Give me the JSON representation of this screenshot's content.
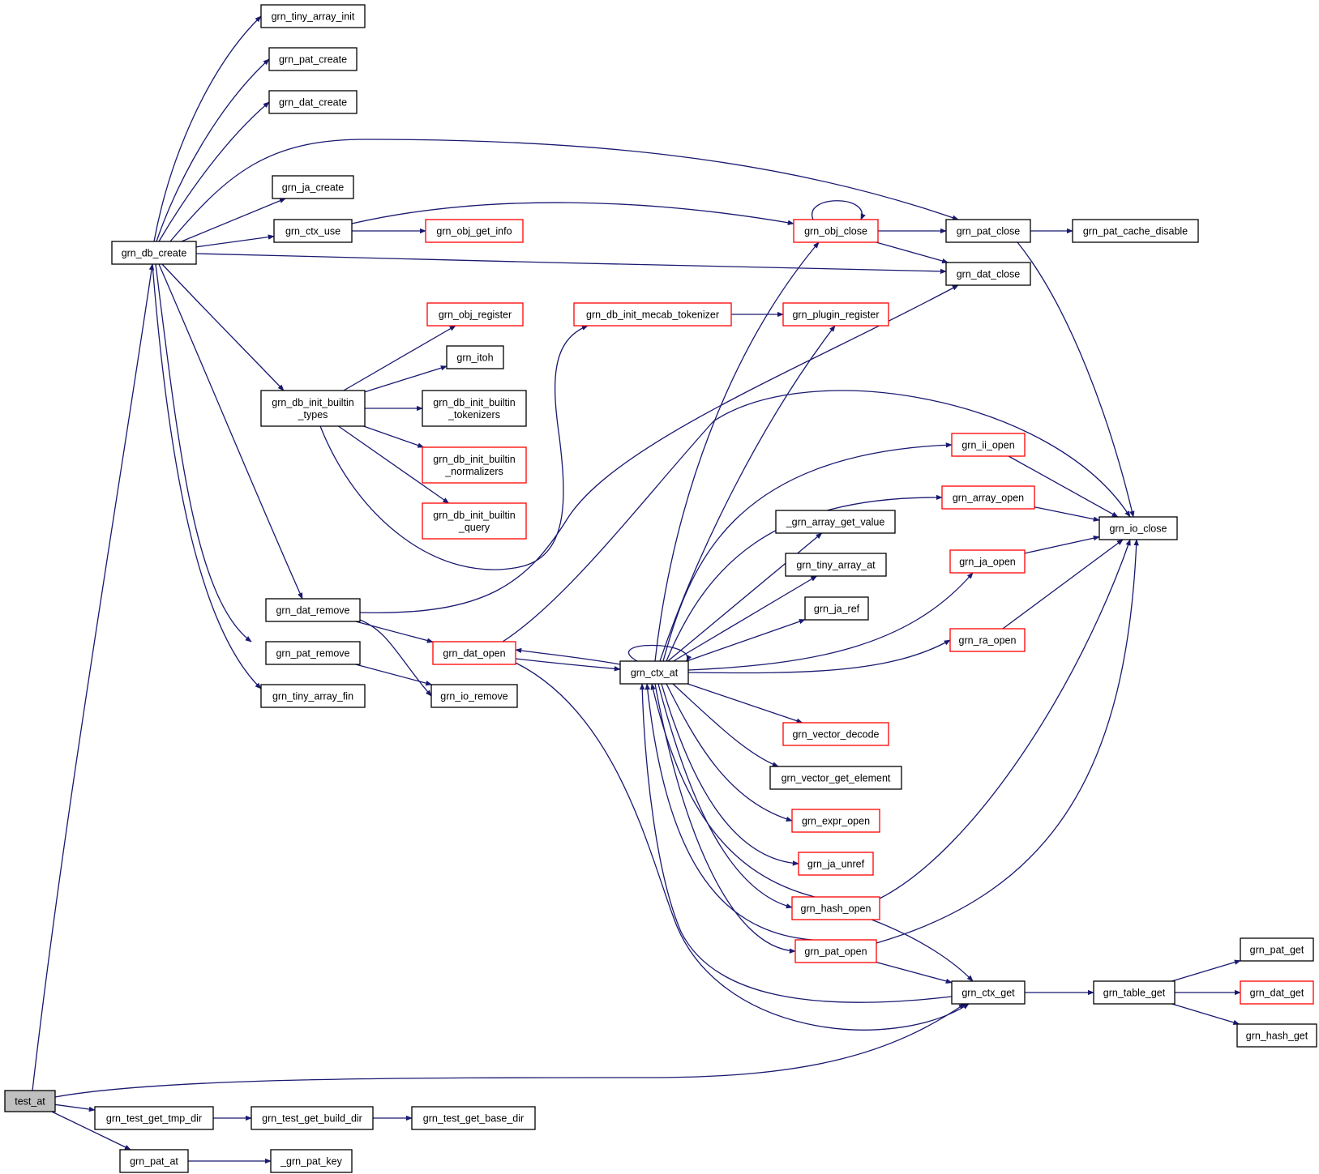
{
  "graph": {
    "edge_color": "#191970",
    "external_border_color": "#ff0000",
    "root_fill": "#bfbfbf",
    "nodes": [
      {
        "id": "test_at",
        "label": "test_at",
        "root": true
      },
      {
        "id": "grn_db_create",
        "label": "grn_db_create"
      },
      {
        "id": "grn_tiny_array_init",
        "label": "grn_tiny_array_init"
      },
      {
        "id": "grn_pat_create",
        "label": "grn_pat_create"
      },
      {
        "id": "grn_dat_create",
        "label": "grn_dat_create"
      },
      {
        "id": "grn_ja_create",
        "label": "grn_ja_create"
      },
      {
        "id": "grn_ctx_use",
        "label": "grn_ctx_use"
      },
      {
        "id": "grn_obj_get_info",
        "label": "grn_obj_get_info",
        "red": true
      },
      {
        "id": "grn_obj_close",
        "label": "grn_obj_close",
        "red": true
      },
      {
        "id": "grn_pat_close",
        "label": "grn_pat_close"
      },
      {
        "id": "grn_pat_cache_disable",
        "label": "grn_pat_cache_disable"
      },
      {
        "id": "grn_dat_close",
        "label": "grn_dat_close"
      },
      {
        "id": "grn_obj_register",
        "label": "grn_obj_register",
        "red": true
      },
      {
        "id": "grn_db_init_mecab_tokenizer",
        "label": "grn_db_init_mecab_tokenizer",
        "red": true
      },
      {
        "id": "grn_plugin_register",
        "label": "grn_plugin_register",
        "red": true
      },
      {
        "id": "grn_itoh",
        "label": "grn_itoh"
      },
      {
        "id": "grn_db_init_builtin_types",
        "label": "grn_db_init_builtin\n_types"
      },
      {
        "id": "grn_db_init_builtin_tokenizers",
        "label": "grn_db_init_builtin\n_tokenizers"
      },
      {
        "id": "grn_db_init_builtin_normalizers",
        "label": "grn_db_init_builtin\n_normalizers",
        "red": true
      },
      {
        "id": "grn_db_init_builtin_query",
        "label": "grn_db_init_builtin\n_query",
        "red": true
      },
      {
        "id": "grn_ii_open",
        "label": "grn_ii_open",
        "red": true
      },
      {
        "id": "grn_array_open",
        "label": "grn_array_open",
        "red": true
      },
      {
        "id": "grn_io_close",
        "label": "grn_io_close"
      },
      {
        "id": "_grn_array_get_value",
        "label": "_grn_array_get_value"
      },
      {
        "id": "grn_tiny_array_at",
        "label": "grn_tiny_array_at"
      },
      {
        "id": "grn_ja_open",
        "label": "grn_ja_open",
        "red": true
      },
      {
        "id": "grn_ja_ref",
        "label": "grn_ja_ref"
      },
      {
        "id": "grn_dat_remove",
        "label": "grn_dat_remove"
      },
      {
        "id": "grn_ra_open",
        "label": "grn_ra_open",
        "red": true
      },
      {
        "id": "grn_pat_remove",
        "label": "grn_pat_remove"
      },
      {
        "id": "grn_dat_open",
        "label": "grn_dat_open",
        "red": true
      },
      {
        "id": "grn_ctx_at",
        "label": "grn_ctx_at"
      },
      {
        "id": "grn_tiny_array_fin",
        "label": "grn_tiny_array_fin"
      },
      {
        "id": "grn_io_remove",
        "label": "grn_io_remove"
      },
      {
        "id": "grn_vector_decode",
        "label": "grn_vector_decode",
        "red": true
      },
      {
        "id": "grn_vector_get_element",
        "label": "grn_vector_get_element"
      },
      {
        "id": "grn_expr_open",
        "label": "grn_expr_open",
        "red": true
      },
      {
        "id": "grn_ja_unref",
        "label": "grn_ja_unref",
        "red": true
      },
      {
        "id": "grn_hash_open",
        "label": "grn_hash_open",
        "red": true
      },
      {
        "id": "grn_pat_get",
        "label": "grn_pat_get"
      },
      {
        "id": "grn_pat_open",
        "label": "grn_pat_open",
        "red": true
      },
      {
        "id": "grn_ctx_get",
        "label": "grn_ctx_get"
      },
      {
        "id": "grn_table_get",
        "label": "grn_table_get"
      },
      {
        "id": "grn_dat_get",
        "label": "grn_dat_get",
        "red": true
      },
      {
        "id": "grn_hash_get",
        "label": "grn_hash_get"
      },
      {
        "id": "grn_test_get_tmp_dir",
        "label": "grn_test_get_tmp_dir"
      },
      {
        "id": "grn_test_get_build_dir",
        "label": "grn_test_get_build_dir"
      },
      {
        "id": "grn_test_get_base_dir",
        "label": "grn_test_get_base_dir"
      },
      {
        "id": "grn_pat_at",
        "label": "grn_pat_at"
      },
      {
        "id": "_grn_pat_key",
        "label": "_grn_pat_key"
      }
    ],
    "edges": [
      [
        "test_at",
        "grn_db_create"
      ],
      [
        "test_at",
        "grn_ctx_get"
      ],
      [
        "test_at",
        "grn_test_get_tmp_dir"
      ],
      [
        "test_at",
        "grn_pat_at"
      ],
      [
        "grn_db_create",
        "grn_tiny_array_init"
      ],
      [
        "grn_db_create",
        "grn_pat_create"
      ],
      [
        "grn_db_create",
        "grn_dat_create"
      ],
      [
        "grn_db_create",
        "grn_ja_create"
      ],
      [
        "grn_db_create",
        "grn_ctx_use"
      ],
      [
        "grn_db_create",
        "grn_pat_close"
      ],
      [
        "grn_db_create",
        "grn_dat_close"
      ],
      [
        "grn_db_create",
        "grn_db_init_builtin_types"
      ],
      [
        "grn_db_create",
        "grn_dat_remove"
      ],
      [
        "grn_db_create",
        "grn_pat_remove"
      ],
      [
        "grn_db_create",
        "grn_tiny_array_fin"
      ],
      [
        "grn_ctx_use",
        "grn_obj_get_info"
      ],
      [
        "grn_ctx_use",
        "grn_obj_close"
      ],
      [
        "grn_obj_close",
        "grn_obj_close"
      ],
      [
        "grn_obj_close",
        "grn_pat_close"
      ],
      [
        "grn_obj_close",
        "grn_dat_close"
      ],
      [
        "grn_pat_close",
        "grn_pat_cache_disable"
      ],
      [
        "grn_pat_close",
        "grn_io_close"
      ],
      [
        "grn_db_init_builtin_types",
        "grn_obj_register"
      ],
      [
        "grn_db_init_builtin_types",
        "grn_itoh"
      ],
      [
        "grn_db_init_builtin_types",
        "grn_db_init_builtin_tokenizers"
      ],
      [
        "grn_db_init_builtin_types",
        "grn_db_init_builtin_normalizers"
      ],
      [
        "grn_db_init_builtin_types",
        "grn_db_init_builtin_query"
      ],
      [
        "grn_db_init_builtin_types",
        "grn_db_init_mecab_tokenizer"
      ],
      [
        "grn_db_init_mecab_tokenizer",
        "grn_plugin_register"
      ],
      [
        "grn_dat_remove",
        "grn_dat_close"
      ],
      [
        "grn_dat_remove",
        "grn_dat_open"
      ],
      [
        "grn_dat_remove",
        "grn_io_remove"
      ],
      [
        "grn_pat_remove",
        "grn_io_remove"
      ],
      [
        "grn_dat_open",
        "grn_io_close"
      ],
      [
        "grn_dat_open",
        "grn_ctx_at"
      ],
      [
        "grn_dat_open",
        "grn_ctx_get"
      ],
      [
        "grn_ctx_at",
        "grn_dat_open"
      ],
      [
        "grn_ctx_at",
        "grn_ctx_at"
      ],
      [
        "grn_ctx_at",
        "grn_obj_close"
      ],
      [
        "grn_ctx_at",
        "grn_plugin_register"
      ],
      [
        "grn_ctx_at",
        "grn_ii_open"
      ],
      [
        "grn_ctx_at",
        "grn_array_open"
      ],
      [
        "grn_ctx_at",
        "_grn_array_get_value"
      ],
      [
        "grn_ctx_at",
        "grn_tiny_array_at"
      ],
      [
        "grn_ctx_at",
        "grn_ja_ref"
      ],
      [
        "grn_ctx_at",
        "grn_ja_open"
      ],
      [
        "grn_ctx_at",
        "grn_ra_open"
      ],
      [
        "grn_ctx_at",
        "grn_vector_decode"
      ],
      [
        "grn_ctx_at",
        "grn_vector_get_element"
      ],
      [
        "grn_ctx_at",
        "grn_expr_open"
      ],
      [
        "grn_ctx_at",
        "grn_ja_unref"
      ],
      [
        "grn_ctx_at",
        "grn_hash_open"
      ],
      [
        "grn_ctx_at",
        "grn_pat_open"
      ],
      [
        "grn_ii_open",
        "grn_io_close"
      ],
      [
        "grn_array_open",
        "grn_io_close"
      ],
      [
        "grn_ja_open",
        "grn_io_close"
      ],
      [
        "grn_ra_open",
        "grn_io_close"
      ],
      [
        "grn_hash_open",
        "grn_io_close"
      ],
      [
        "grn_hash_open",
        "grn_ctx_get"
      ],
      [
        "grn_hash_open",
        "grn_ctx_at"
      ],
      [
        "grn_pat_open",
        "grn_io_close"
      ],
      [
        "grn_pat_open",
        "grn_ctx_get"
      ],
      [
        "grn_pat_open",
        "grn_ctx_at"
      ],
      [
        "grn_ctx_get",
        "grn_ctx_at"
      ],
      [
        "grn_ctx_get",
        "grn_table_get"
      ],
      [
        "grn_table_get",
        "grn_pat_get"
      ],
      [
        "grn_table_get",
        "grn_dat_get"
      ],
      [
        "grn_table_get",
        "grn_hash_get"
      ],
      [
        "grn_test_get_tmp_dir",
        "grn_test_get_build_dir"
      ],
      [
        "grn_test_get_build_dir",
        "grn_test_get_base_dir"
      ],
      [
        "grn_pat_at",
        "_grn_pat_key"
      ]
    ]
  }
}
